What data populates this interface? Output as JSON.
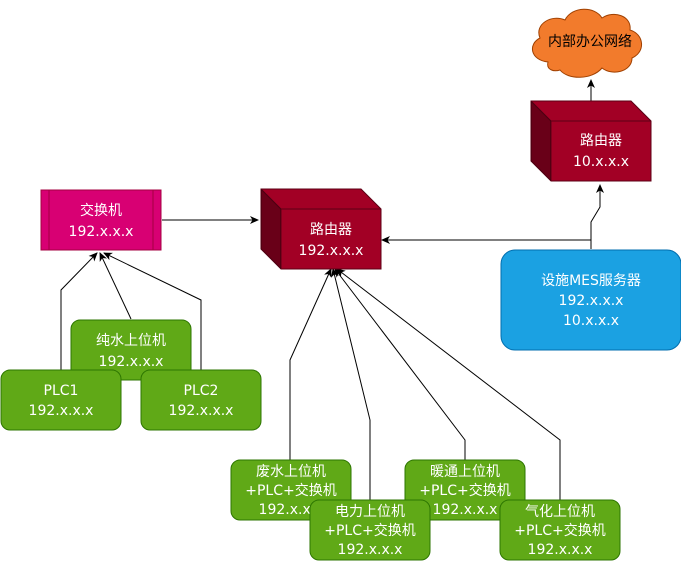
{
  "colors": {
    "switch": "#d80073",
    "router": "#a20025",
    "server": "#1ba1e2",
    "green": "#60a917",
    "cloud": "#f27b2c"
  },
  "cloud": {
    "label": "内部办公网络"
  },
  "router_top": {
    "line1": "路由器",
    "line2": "10.x.x.x"
  },
  "router_mid": {
    "line1": "路由器",
    "line2": "192.x.x.x"
  },
  "switch": {
    "line1": "交换机",
    "line2": "192.x.x.x"
  },
  "server": {
    "line1": "设施MES服务器",
    "line2": "192.x.x.x",
    "line3": "10.x.x.x"
  },
  "pure_water": {
    "line1": "纯水上位机",
    "line2": "192.x.x.x"
  },
  "plc1": {
    "line1": "PLC1",
    "line2": "192.x.x.x"
  },
  "plc2": {
    "line1": "PLC2",
    "line2": "192.x.x.x"
  },
  "waste_water": {
    "line1": "废水上位机",
    "line2": "+PLC+交换机",
    "line3": "192.x.x.x"
  },
  "power": {
    "line1": "电力上位机",
    "line2": "+PLC+交换机",
    "line3": "192.x.x.x"
  },
  "hvac": {
    "line1": "暖通上位机",
    "line2": "+PLC+交换机",
    "line3": "192.x.x.x"
  },
  "gas": {
    "line1": "气化上位机",
    "line2": "+PLC+交换机",
    "line3": "192.x.x.x"
  }
}
